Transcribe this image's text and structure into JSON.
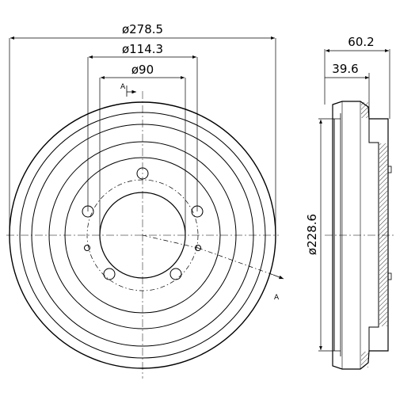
{
  "dimensions": {
    "outer_diameter": "ø278.5",
    "pcd": "ø114.3",
    "center_bore": "ø90",
    "drum_inner_diameter": "ø228.6",
    "overall_height": "60.2",
    "inner_depth": "39.6"
  },
  "section_marks": {
    "top": "A",
    "bottom": "A"
  }
}
